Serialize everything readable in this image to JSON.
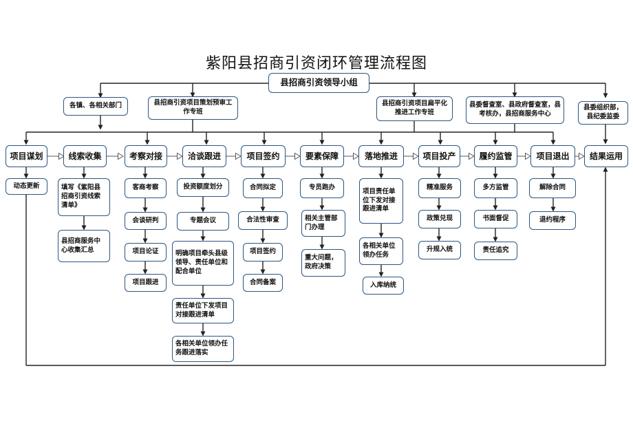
{
  "title": "紫阳县招商引资闭环管理流程图",
  "leader": "县招商引资领导小组",
  "top_units": {
    "towns": "各镇、各相关部门",
    "planning": "县招商引资项目策划预审工作专班",
    "flat": "县招商引资项目扁平化推进工作专班",
    "supervision": "县委督查室、县政府督查室，县考核办，县招商服务中心",
    "org": "县委组织部，县纪委监委"
  },
  "stages": [
    "项目谋划",
    "线索收集",
    "考察对接",
    "洽谈跟进",
    "项目签约",
    "要素保障",
    "落地推进",
    "项目投产",
    "履约监管",
    "项目退出",
    "结果运用"
  ],
  "steps": {
    "planning": [
      "动态更新"
    ],
    "clues": [
      "填写《紫阳县招商引资线索清单》",
      "县招商服务中心收集汇总"
    ],
    "visit": [
      "客商考察",
      "会谈研判",
      "项目论证",
      "项目跟进"
    ],
    "negotiate": [
      "投资额度划分",
      "专题会议",
      "明确项目牵头县级领导、责任单位和配合单位",
      "责任单位下发项目对接跟进清单",
      "各相关单位领办任务跟进落实"
    ],
    "sign": [
      "合同拟定",
      "合法性审查",
      "项目签约",
      "合同备案"
    ],
    "guarantee": [
      "专员跑办",
      "相关主管部门办理",
      "重大问题，政府决策"
    ],
    "landing": [
      "项目责任单位下发对接跟进清单",
      "各相关单位领办任务",
      "入库纳统"
    ],
    "production": [
      "精准服务",
      "政策兑现",
      "升规入统"
    ],
    "supervise": [
      "多方监管",
      "书面督促",
      "责任追究"
    ],
    "exit": [
      "解除合同",
      "退约程序"
    ]
  }
}
